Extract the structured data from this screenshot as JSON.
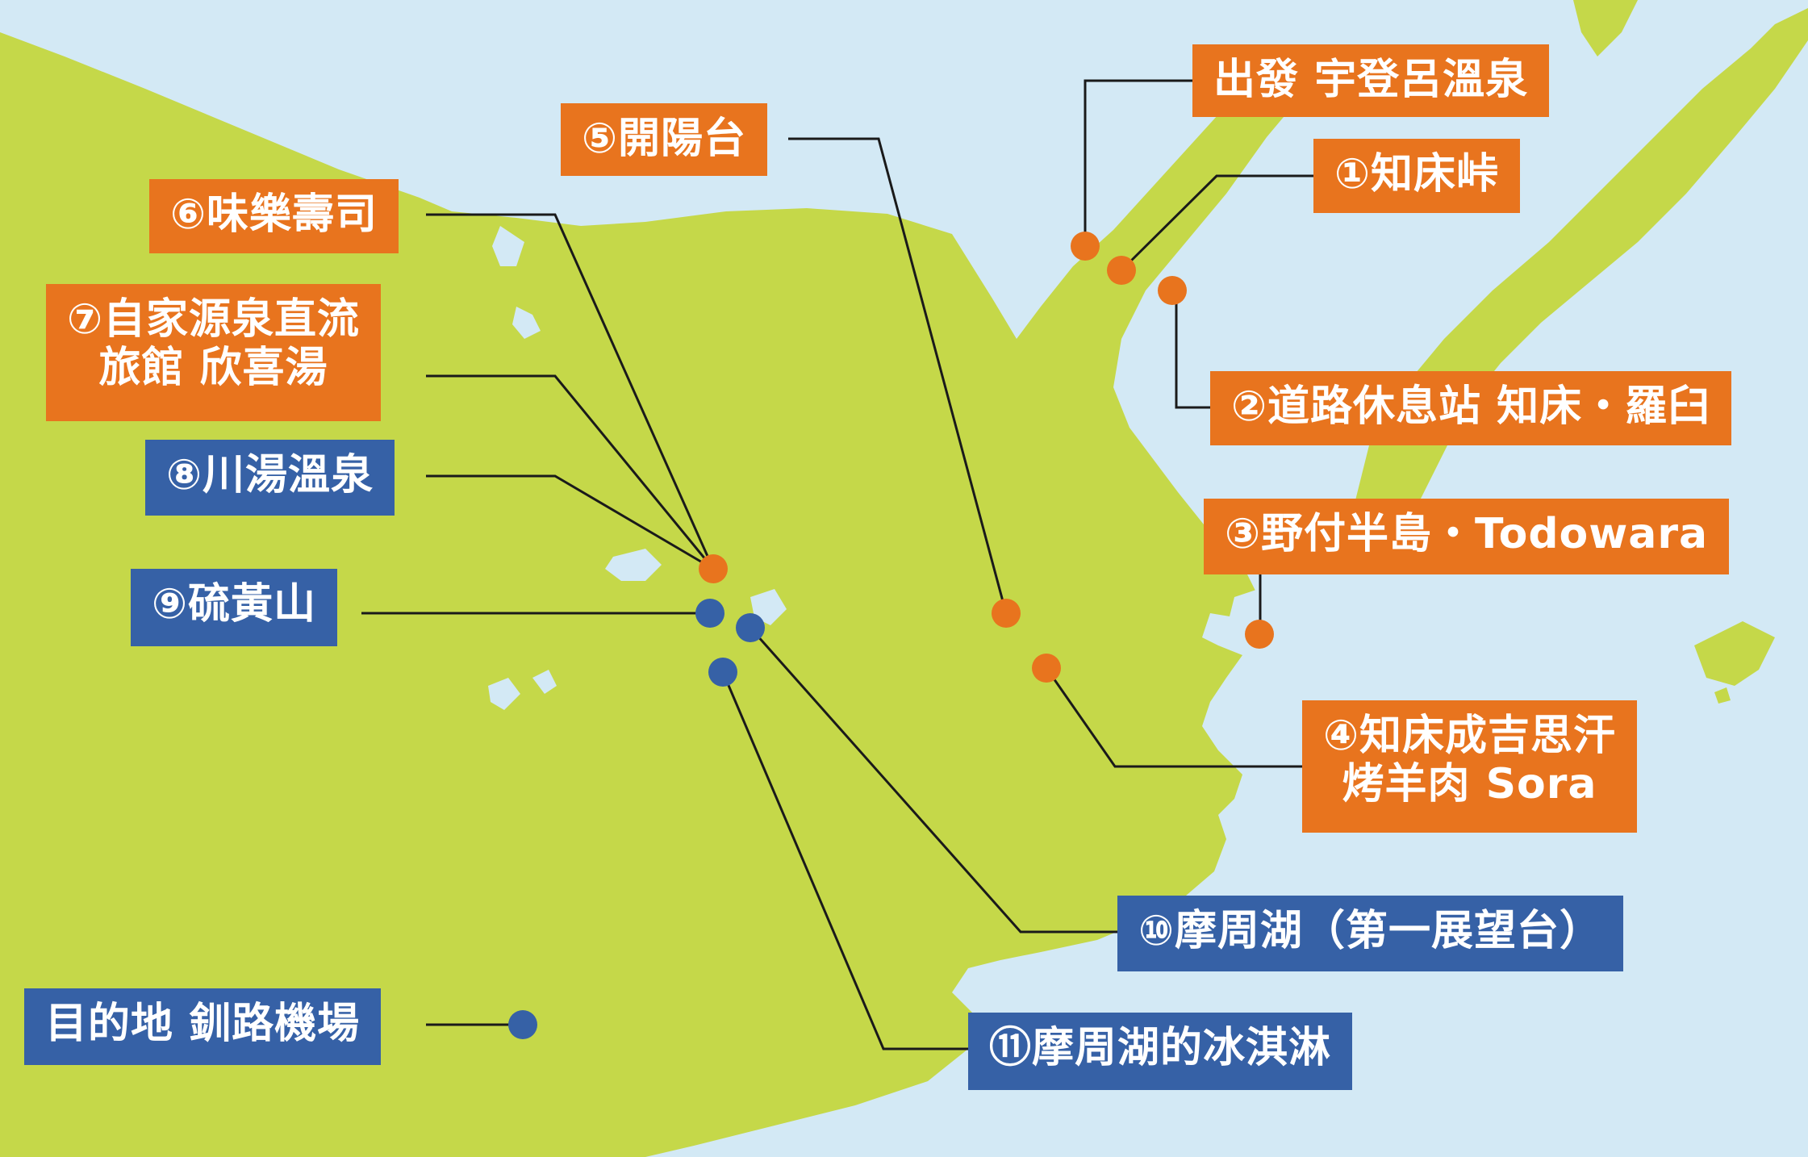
{
  "colors": {
    "sea": "#d3e9f5",
    "land": "#c5d849",
    "orange_label": "#e8741e",
    "blue_label": "#3661a6",
    "leader_line": "#1a1a1a"
  },
  "labels": [
    {
      "id": "start",
      "lines": [
        "出發 宇登呂溫泉"
      ],
      "color": "orange"
    },
    {
      "id": "p1",
      "lines": [
        "①知床峠"
      ],
      "color": "orange"
    },
    {
      "id": "p2",
      "lines": [
        "②道路休息站 知床・羅臼"
      ],
      "color": "orange"
    },
    {
      "id": "p3",
      "lines": [
        "③野付半島・Todowara"
      ],
      "color": "orange"
    },
    {
      "id": "p4",
      "lines": [
        "④知床成吉思汗",
        "烤羊肉 Sora"
      ],
      "color": "orange"
    },
    {
      "id": "p5",
      "lines": [
        "⑤開陽台"
      ],
      "color": "orange"
    },
    {
      "id": "p6",
      "lines": [
        "⑥味樂壽司"
      ],
      "color": "orange"
    },
    {
      "id": "p7",
      "lines": [
        "⑦自家源泉直流",
        "旅館 欣喜湯"
      ],
      "color": "orange"
    },
    {
      "id": "p8",
      "lines": [
        "⑧川湯溫泉"
      ],
      "color": "blue"
    },
    {
      "id": "p9",
      "lines": [
        "⑨硫黃山"
      ],
      "color": "blue"
    },
    {
      "id": "p10",
      "lines": [
        "⑩摩周湖（第一展望台）"
      ],
      "color": "blue"
    },
    {
      "id": "p11",
      "lines": [
        "⑪摩周湖的冰淇淋"
      ],
      "color": "blue"
    },
    {
      "id": "goal",
      "lines": [
        "目的地 釧路機場"
      ],
      "color": "blue"
    }
  ]
}
